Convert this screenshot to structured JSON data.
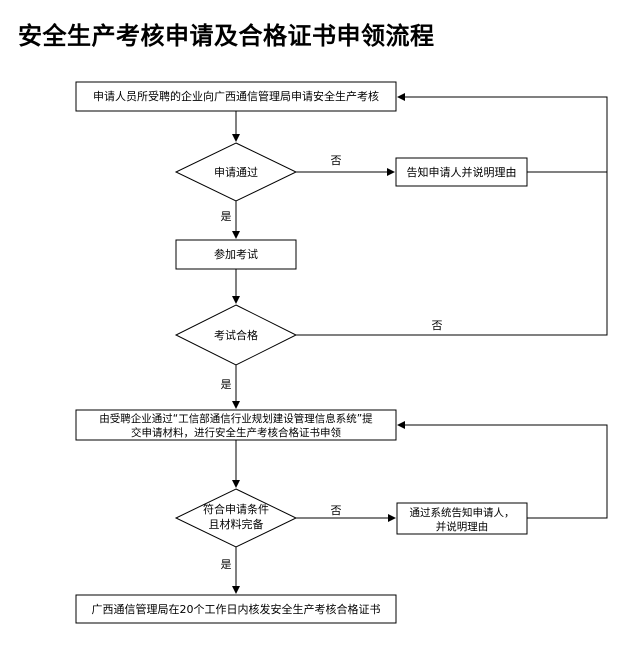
{
  "title": "安全生产考核申请及合格证书申领流程",
  "nodes": {
    "apply": "申请人员所受聘的企业向广西通信管理局申请安全生产考核",
    "apply_pass": "申请通过",
    "notify_reason": "告知申请人并说明理由",
    "exam": "参加考试",
    "exam_pass": "考试合格",
    "submit_line1": "由受聘企业通过“工信部通信行业规划建设管理信息系统”提",
    "submit_line2": "交申请材料，进行安全生产考核合格证书申领",
    "eligible_line1": "符合申请条件",
    "eligible_line2": "且材料完备",
    "sys_notify_line1": "通过系统告知申请人，",
    "sys_notify_line2": "并说明理由",
    "issue": "广西通信管理局在20个工作日内核发安全生产考核合格证书"
  },
  "edges": {
    "no1": "否",
    "yes1": "是",
    "no2": "否",
    "yes2": "是",
    "no3": "否",
    "yes3": "是"
  }
}
